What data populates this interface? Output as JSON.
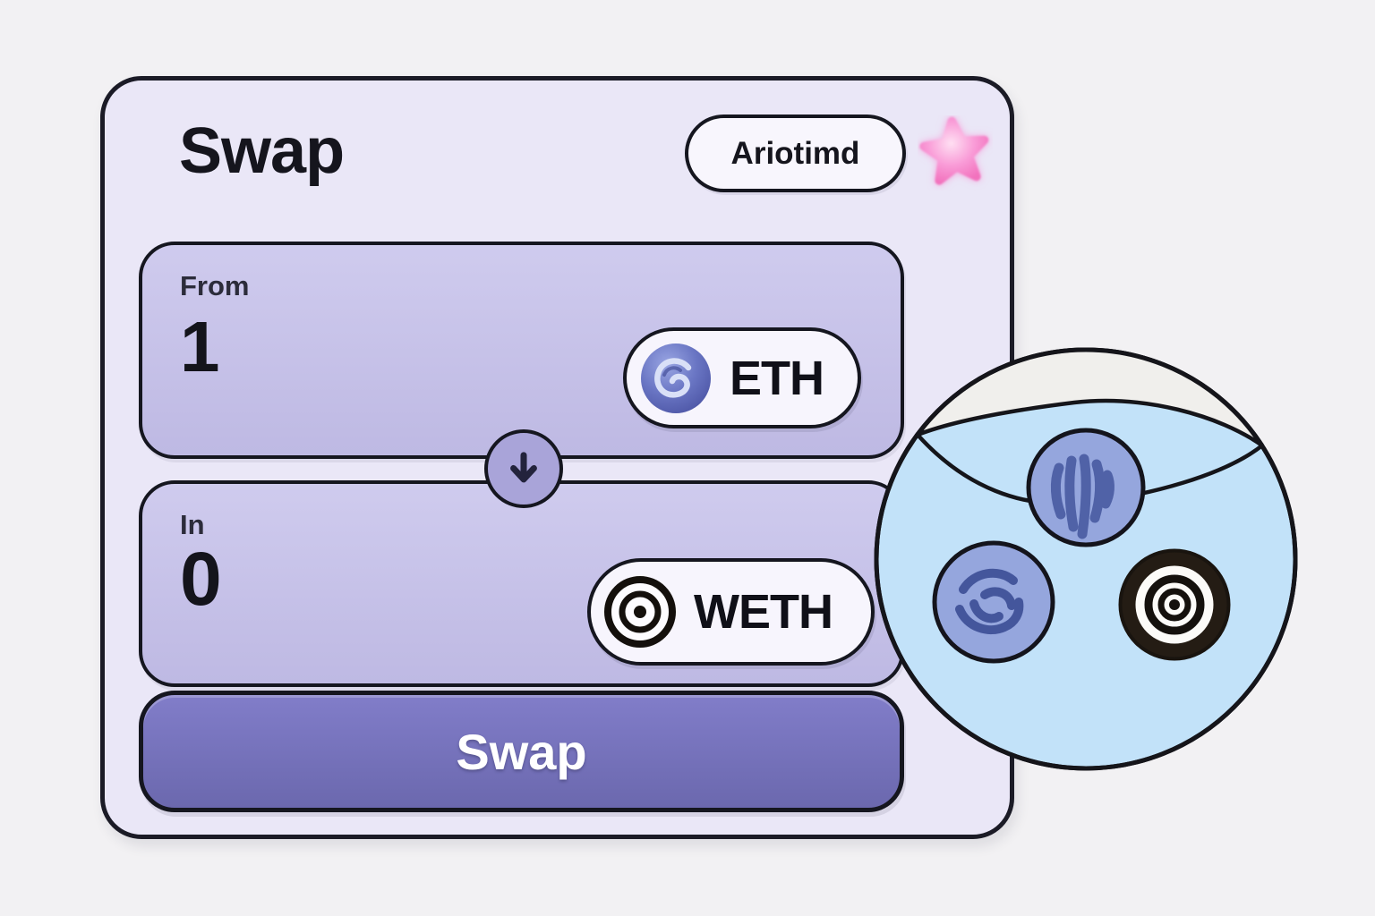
{
  "window": {
    "background": "#f2f1f3"
  },
  "card": {
    "title": "Swap",
    "network_button": {
      "label": "Ariotimd"
    },
    "from": {
      "label": "From",
      "value": "1",
      "token": {
        "symbol": "ETH"
      }
    },
    "to": {
      "label": "In",
      "value": "0",
      "token": {
        "symbol": "WETH"
      }
    },
    "swap_button": {
      "label": "Swap"
    }
  },
  "icons": {
    "favorite": "pink-star-icon",
    "swap_direction": "arrow-down-icon",
    "from_token": "blue-swirl-coin-icon",
    "to_token": "bullseye-coin-icon"
  },
  "illustration": {
    "type": "blue-sphere-with-coins",
    "coins": [
      "scribble-coin",
      "swirl-coin",
      "bullseye-coin"
    ]
  },
  "colors": {
    "card_background": "#eae7f7",
    "field_background": "#c6c2e7",
    "primary_button": "#7572bb",
    "border": "#15161f",
    "star_pink": "#f98cd2",
    "sphere_blue": "#c2e2f9",
    "coin_blue": "#95a6dd",
    "text_dark": "#15151d"
  }
}
